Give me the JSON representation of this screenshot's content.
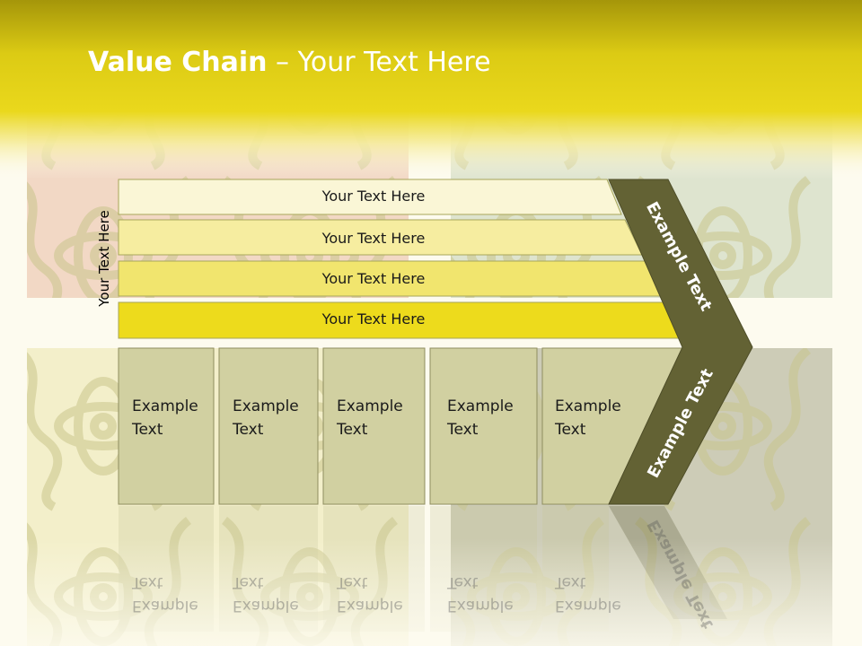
{
  "title": {
    "bold": "Value Chain",
    "rest": " – Your Text Here"
  },
  "side_label": "Your Text Here",
  "bars": [
    {
      "label": "Your Text Here"
    },
    {
      "label": "Your Text Here"
    },
    {
      "label": "Your Text Here"
    },
    {
      "label": "Your Text Here"
    }
  ],
  "boxes": [
    {
      "label": "Example Text"
    },
    {
      "label": "Example Text"
    },
    {
      "label": "Example Text"
    },
    {
      "label": "Example Text"
    },
    {
      "label": "Example Text"
    }
  ],
  "chevron": {
    "upper_label": "Example Text",
    "lower_label": "Example Text"
  },
  "colors": {
    "header": "#e6d41a",
    "bar_colors": [
      "#faf6d6",
      "#f6eda0",
      "#f1e56e",
      "#eddb1c"
    ],
    "box": "#d1d0a1",
    "chevron": "#636234",
    "background": "#fdfbef"
  }
}
